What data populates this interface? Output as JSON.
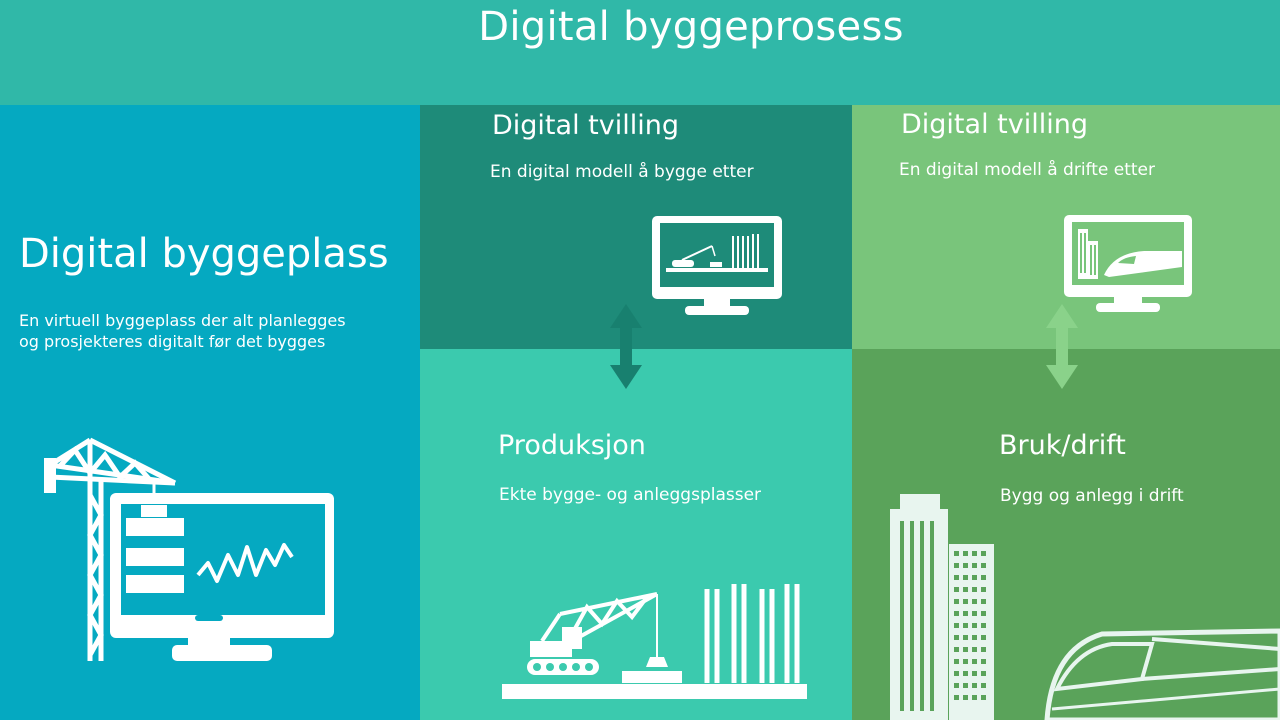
{
  "header": {
    "title": "Digital byggeprosess"
  },
  "panels": {
    "digital_site": {
      "title": "Digital byggeplass",
      "description_line1": "En virtuell byggeplass der alt planlegges",
      "description_line2": "og prosjekteres digitalt før det bygges"
    },
    "twin_build": {
      "title": "Digital tvilling",
      "subtitle": "En digital modell å bygge etter"
    },
    "twin_operate": {
      "title": "Digital tvilling",
      "subtitle": "En digital modell å drifte etter"
    },
    "production": {
      "title": "Produksjon",
      "subtitle": "Ekte bygge- og anleggsplasser"
    },
    "operation": {
      "title": "Bruk/drift",
      "subtitle": "Bygg og anlegg i drift"
    }
  },
  "icons": [
    "crane-monitor-icon",
    "construction-monitor-icon",
    "city-train-monitor-icon",
    "construction-site-icon",
    "city-train-icon",
    "arrow-right-icon",
    "arrow-vertical-double-icon"
  ],
  "colors": {
    "header": "#30b8a8",
    "digital_site": "#05a9c1",
    "twin_build": "#1e8b79",
    "twin_operate": "#79c57b",
    "production": "#3bcaae",
    "operation": "#5aa35a",
    "arrow_blue": "#0a93a8",
    "arrow_teal": "#18806f",
    "arrow_light_green": "#8ad28a",
    "arrow_green": "#3cc0a4"
  }
}
